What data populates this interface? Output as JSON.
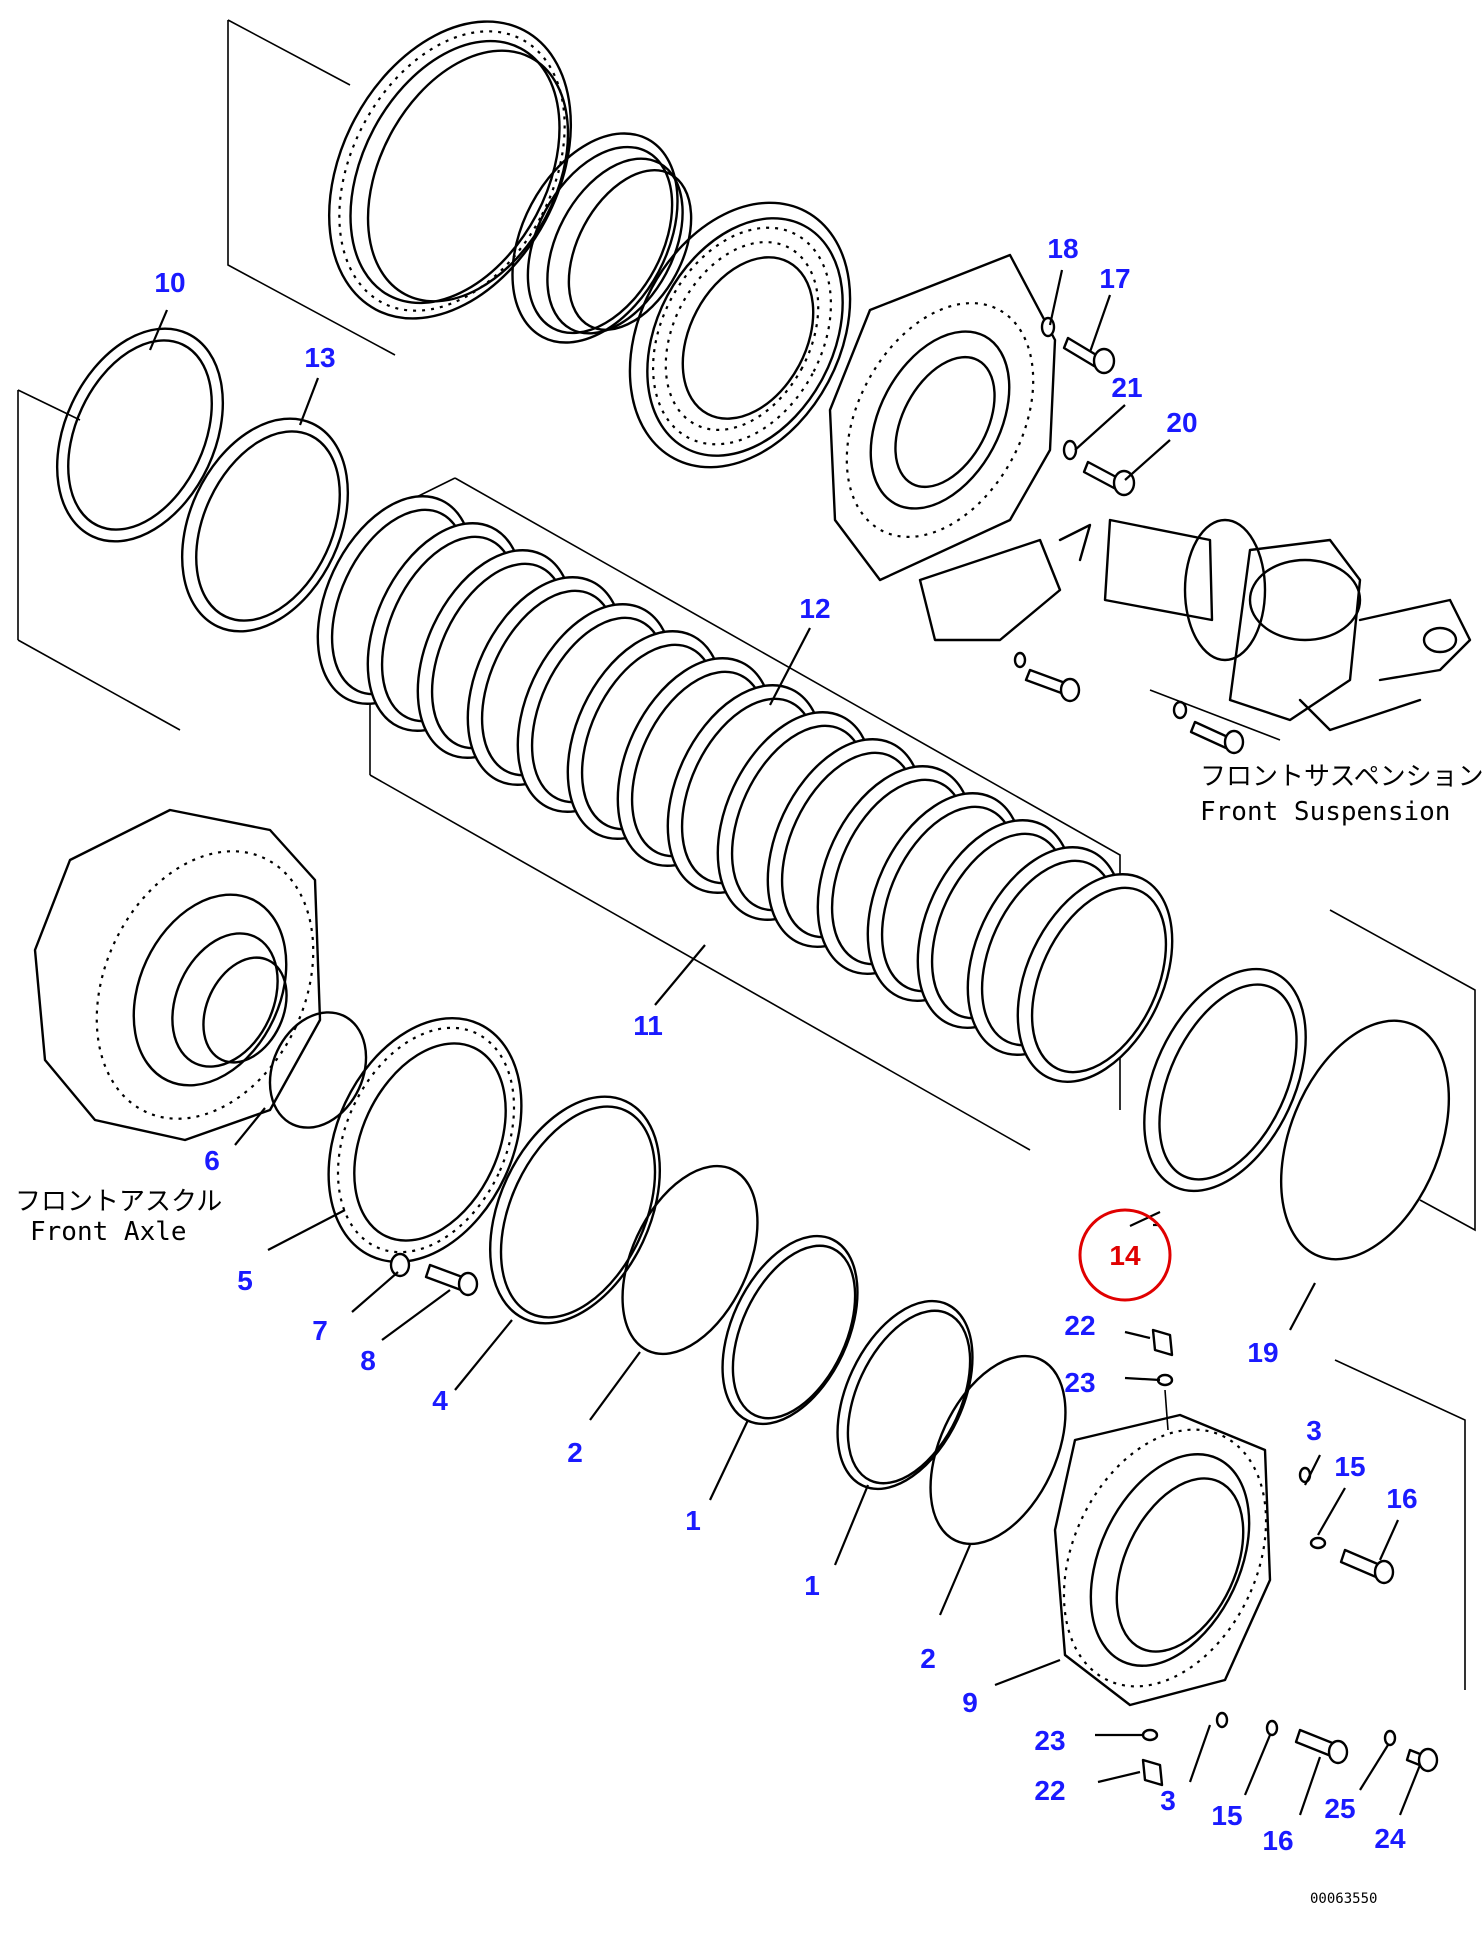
{
  "part_labels": [
    {
      "id": "p10",
      "text": "10"
    },
    {
      "id": "p13",
      "text": "13"
    },
    {
      "id": "p12",
      "text": "12"
    },
    {
      "id": "p11",
      "text": "11"
    },
    {
      "id": "p18",
      "text": "18"
    },
    {
      "id": "p17",
      "text": "17"
    },
    {
      "id": "p21",
      "text": "21"
    },
    {
      "id": "p20",
      "text": "20"
    },
    {
      "id": "p6",
      "text": "6"
    },
    {
      "id": "p5",
      "text": "5"
    },
    {
      "id": "p7",
      "text": "7"
    },
    {
      "id": "p8",
      "text": "8"
    },
    {
      "id": "p4",
      "text": "4"
    },
    {
      "id": "p2a",
      "text": "2"
    },
    {
      "id": "p1a",
      "text": "1"
    },
    {
      "id": "p1b",
      "text": "1"
    },
    {
      "id": "p2b",
      "text": "2"
    },
    {
      "id": "p9",
      "text": "9"
    },
    {
      "id": "p19",
      "text": "19"
    },
    {
      "id": "p22a",
      "text": "22"
    },
    {
      "id": "p23a",
      "text": "23"
    },
    {
      "id": "p3a",
      "text": "3"
    },
    {
      "id": "p15a",
      "text": "15"
    },
    {
      "id": "p16a",
      "text": "16"
    },
    {
      "id": "p23b",
      "text": "23"
    },
    {
      "id": "p22b",
      "text": "22"
    },
    {
      "id": "p3b",
      "text": "3"
    },
    {
      "id": "p15b",
      "text": "15"
    },
    {
      "id": "p16b",
      "text": "16"
    },
    {
      "id": "p25",
      "text": "25"
    },
    {
      "id": "p24",
      "text": "24"
    }
  ],
  "highlighted_part": {
    "text": "14",
    "color": "#e00000"
  },
  "captions": {
    "front_suspension_jp": "フロントサスペンション",
    "front_suspension_en": "Front Suspension",
    "front_axle_jp": "フロントアスクル",
    "front_axle_en": "Front Axle"
  },
  "drawing_id": "00063550",
  "colors": {
    "label": "#1a1aff",
    "highlight": "#e00000",
    "line": "#000000"
  }
}
